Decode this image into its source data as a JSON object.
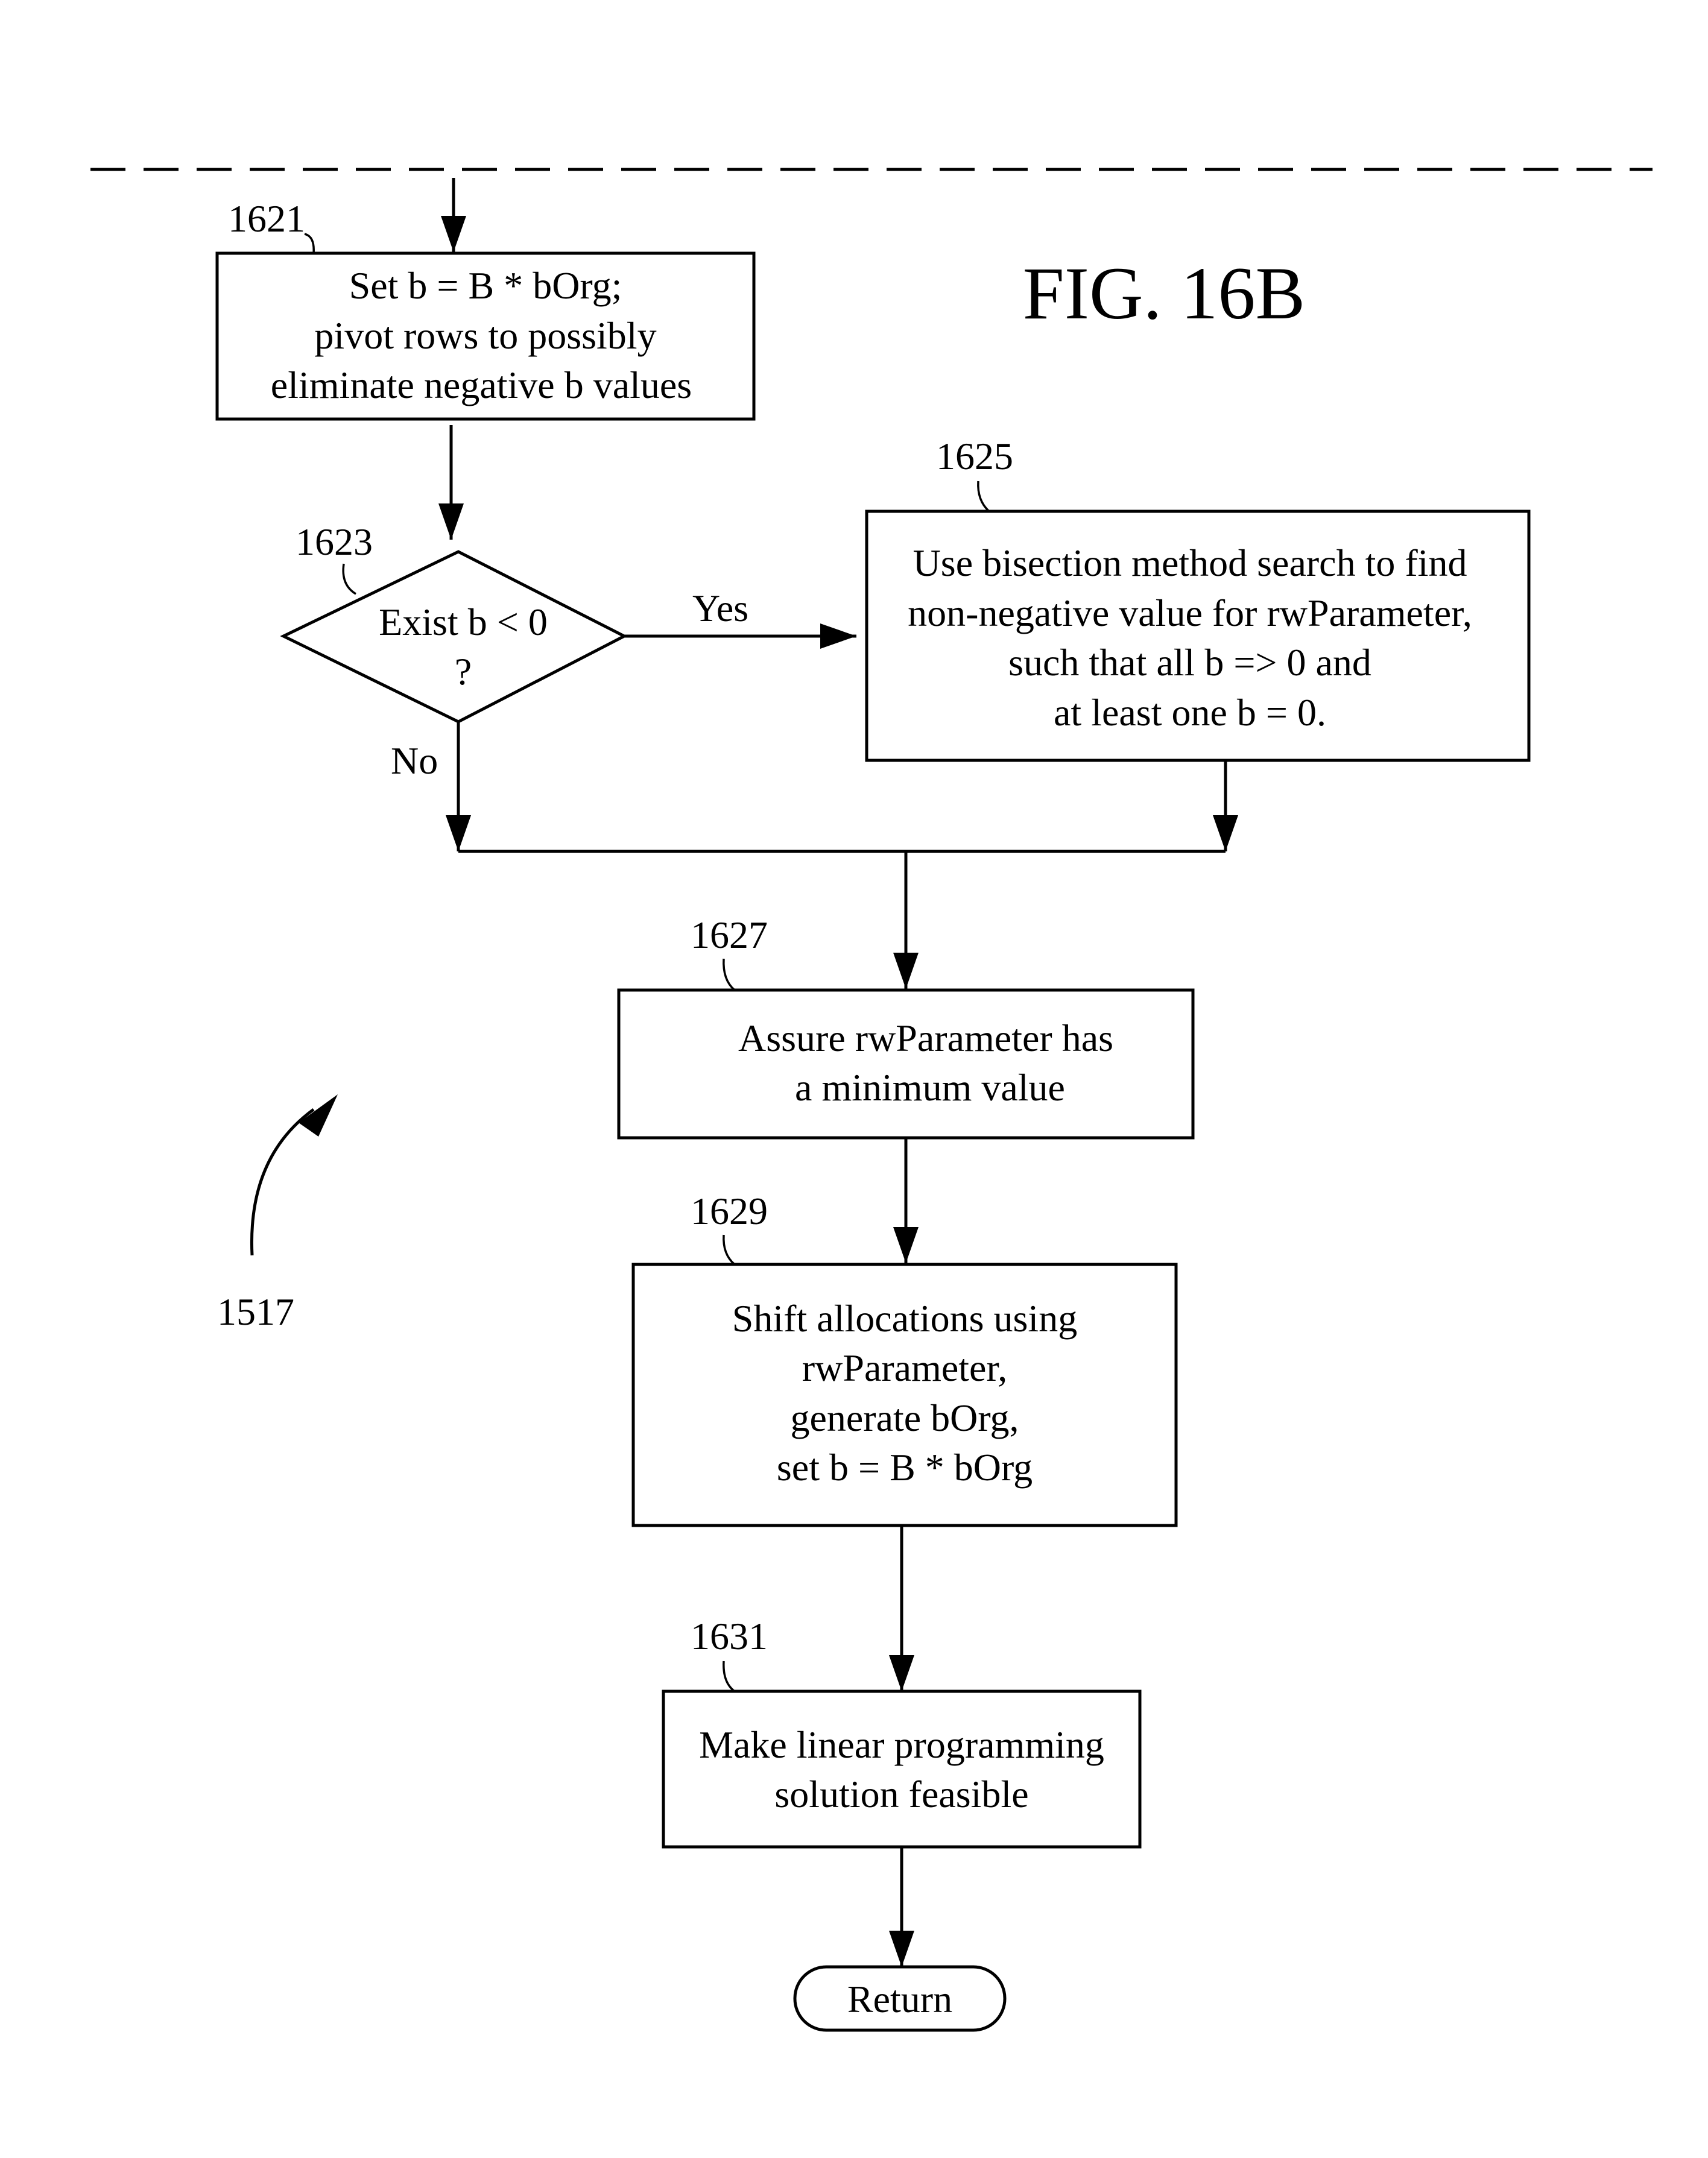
{
  "figure": {
    "title": "FIG. 16B"
  },
  "refs": {
    "r1517": "1517",
    "r1621": "1621",
    "r1623": "1623",
    "r1625": "1625",
    "r1627": "1627",
    "r1629": "1629",
    "r1631": "1631"
  },
  "nodes": {
    "n1621": [
      "Set b = B * bOrg;",
      "pivot rows to possibly",
      "eliminate negative b values"
    ],
    "n1623": [
      "Exist b < 0",
      "?"
    ],
    "n1625": [
      "Use bisection method search to find",
      "non-negative value for rwParameter,",
      "such that all b => 0 and",
      "at least one b = 0."
    ],
    "n1627": [
      "Assure rwParameter has",
      "a minimum value"
    ],
    "n1629": [
      "Shift allocations using",
      "rwParameter,",
      "generate bOrg,",
      "set b = B * bOrg"
    ],
    "n1631": [
      "Make linear programming",
      "solution feasible"
    ],
    "return": "Return"
  },
  "edges": {
    "yes": "Yes",
    "no": "No"
  }
}
